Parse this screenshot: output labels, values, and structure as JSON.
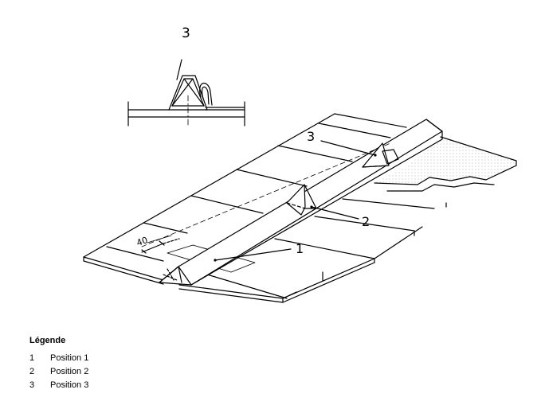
{
  "figure": {
    "detail_callout": "3",
    "callout_1": "1",
    "callout_2": "2",
    "callout_3": "3",
    "dimension": "40"
  },
  "legend": {
    "title": "Légende",
    "items": [
      {
        "number": "1",
        "label": "Position 1"
      },
      {
        "number": "2",
        "label": "Position 2"
      },
      {
        "number": "3",
        "label": "Position 3"
      }
    ]
  }
}
